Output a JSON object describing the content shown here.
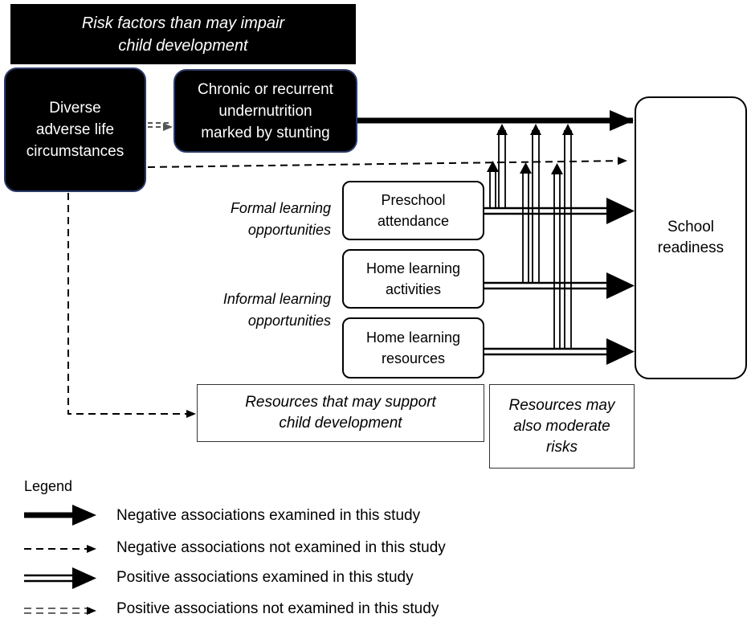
{
  "title": "Risk factors than may impair\nchild development",
  "boxes": {
    "adverse": "Diverse\nadverse life\ncircumstances",
    "undernutrition": "Chronic or recurrent\nundernutrition\nmarked by stunting",
    "preschool": "Preschool\nattendance",
    "home_activities": "Home learning\nactivities",
    "home_resources": "Home learning\nresources",
    "school": "School\nreadiness",
    "support": "Resources that may support\nchild development",
    "moderate": "Resources may\nalso moderate\nrisks"
  },
  "labels": {
    "formal": "Formal learning\nopportunities",
    "informal": "Informal learning\nopportunities"
  },
  "legend": {
    "title": "Legend",
    "items": [
      {
        "text": "Negative associations examined in this study",
        "style": "solid-thick"
      },
      {
        "text": "Negative associations not examined in this study",
        "style": "dashed"
      },
      {
        "text": "Positive associations examined in this study",
        "style": "double-thick"
      },
      {
        "text": "Positive associations not examined in this study",
        "style": "double-dashed"
      }
    ]
  }
}
